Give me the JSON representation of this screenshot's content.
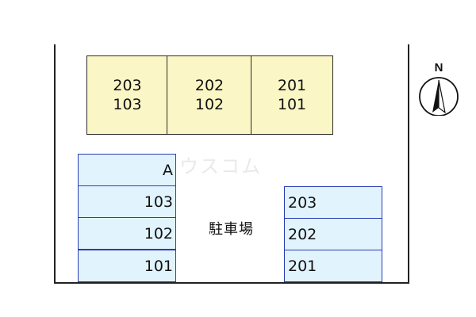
{
  "buildings": [
    {
      "upper": "203",
      "lower": "103"
    },
    {
      "upper": "202",
      "lower": "102"
    },
    {
      "upper": "201",
      "lower": "101"
    }
  ],
  "left_bays": [
    "A",
    "103",
    "102",
    "101"
  ],
  "right_bays": [
    "203",
    "202",
    "201"
  ],
  "parking_label": "駐車場",
  "watermark": "ハウスコム",
  "compass": {
    "label": "N"
  },
  "colors": {
    "building_fill": "#fbf6c5",
    "bay_fill": "#e1f3fc",
    "bay_border": "#2a3db5",
    "outline": "#222222"
  }
}
